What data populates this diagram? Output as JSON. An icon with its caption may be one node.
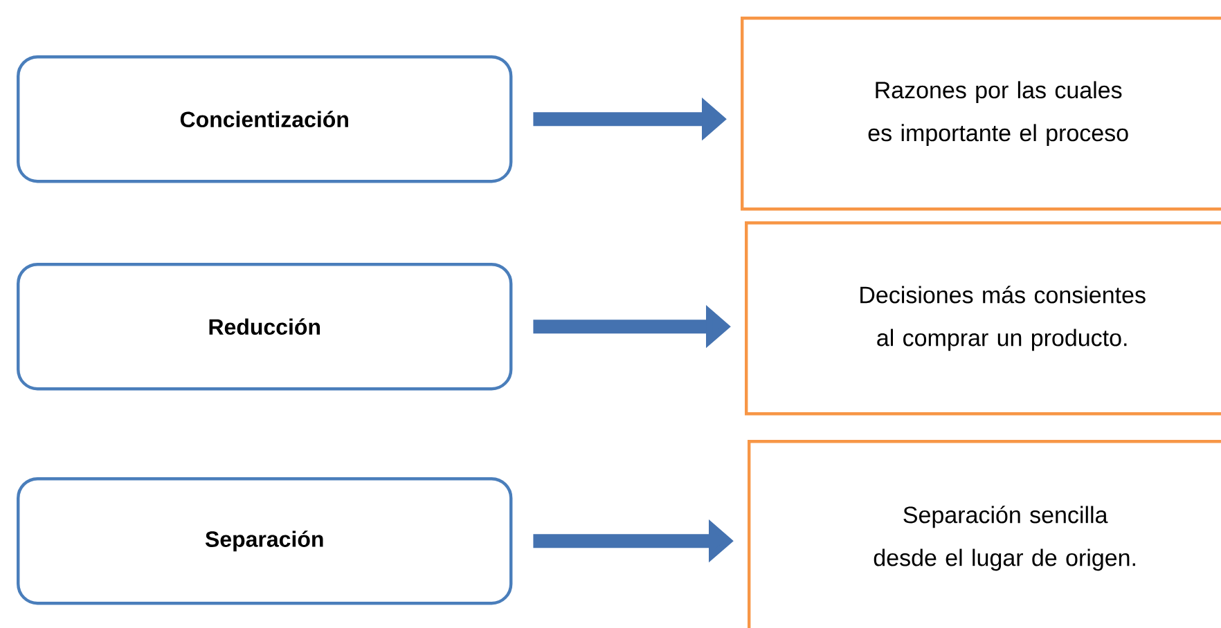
{
  "diagram": {
    "nodes": [
      {
        "text": [
          "Concientización"
        ]
      },
      {
        "text": [
          "Razones por las cuales es importante el proceso"
        ]
      },
      {
        "text": [
          "Reducción"
        ]
      },
      {
        "text": [
          "Decisiones más consientes al comprar un producto."
        ]
      },
      {
        "text": [
          "Separación"
        ]
      },
      {
        "text": [
          "Separación sencilla desde el lugar de origen."
        ]
      }
    ],
    "edges": [
      {
        "from": 0,
        "to": 1,
        "arrow": "to"
      },
      {
        "from": 2,
        "to": 3,
        "arrow": "to"
      },
      {
        "from": 4,
        "to": 5,
        "arrow": "to"
      }
    ]
  }
}
